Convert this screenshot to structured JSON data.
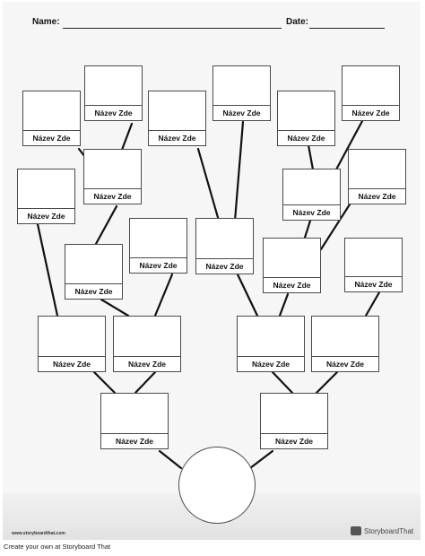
{
  "header": {
    "name_label": "Name:",
    "date_label": "Date:"
  },
  "tree": {
    "box_label": "Název Zde",
    "trunk": "circle"
  },
  "footer": {
    "site_url": "www.storyboardthat.com",
    "logo_text": "StoryboardThat",
    "credit": "Create your own at Storyboard That"
  }
}
